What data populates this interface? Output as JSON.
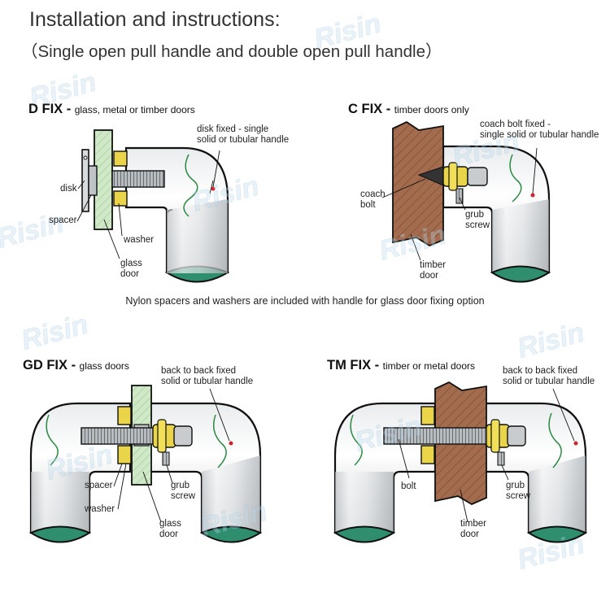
{
  "header": {
    "title": "Installation and instructions:",
    "subtitle": "（Single open pull handle and double open pull handle）"
  },
  "d_fix": {
    "name": "D FIX -",
    "desc": "glass, metal or timber doors",
    "labels": {
      "handle": [
        "disk fixed - single",
        "solid or tubular handle"
      ],
      "disk": "disk",
      "spacer": "spacer",
      "washer": "washer",
      "door": [
        "glass",
        "door"
      ]
    }
  },
  "c_fix": {
    "name": "C FIX -",
    "desc": "timber doors only",
    "labels": {
      "handle": [
        "coach bolt fixed -",
        "single solid or tubular handle"
      ],
      "bolt": [
        "coach",
        "bolt"
      ],
      "screw": [
        "grub",
        "screw"
      ],
      "door": [
        "timber",
        "door"
      ]
    }
  },
  "note": "Nylon spacers and washers are included with handle for glass door fixing option",
  "gd_fix": {
    "name": "GD FIX -",
    "desc": "glass doors",
    "labels": {
      "handle": [
        "back to back fixed",
        "solid or tubular handle"
      ],
      "spacer": "spacer",
      "washer": "washer",
      "screw": [
        "grub",
        "screw"
      ],
      "door": [
        "glass",
        "door"
      ]
    }
  },
  "tm_fix": {
    "name": "TM FIX -",
    "desc": "timber or metal doors",
    "labels": {
      "handle": [
        "back to back fixed",
        "solid or tubular handle"
      ],
      "bolt": "bolt",
      "screw": [
        "grub",
        "screw"
      ],
      "door": [
        "timber",
        "door"
      ]
    }
  },
  "watermark": "Risin",
  "colors": {
    "glass": "#c8e6c0",
    "timber": "#a0674a",
    "brass": "#e9d44a",
    "handle_end": "#2f8e6e",
    "outline": "#111111"
  }
}
